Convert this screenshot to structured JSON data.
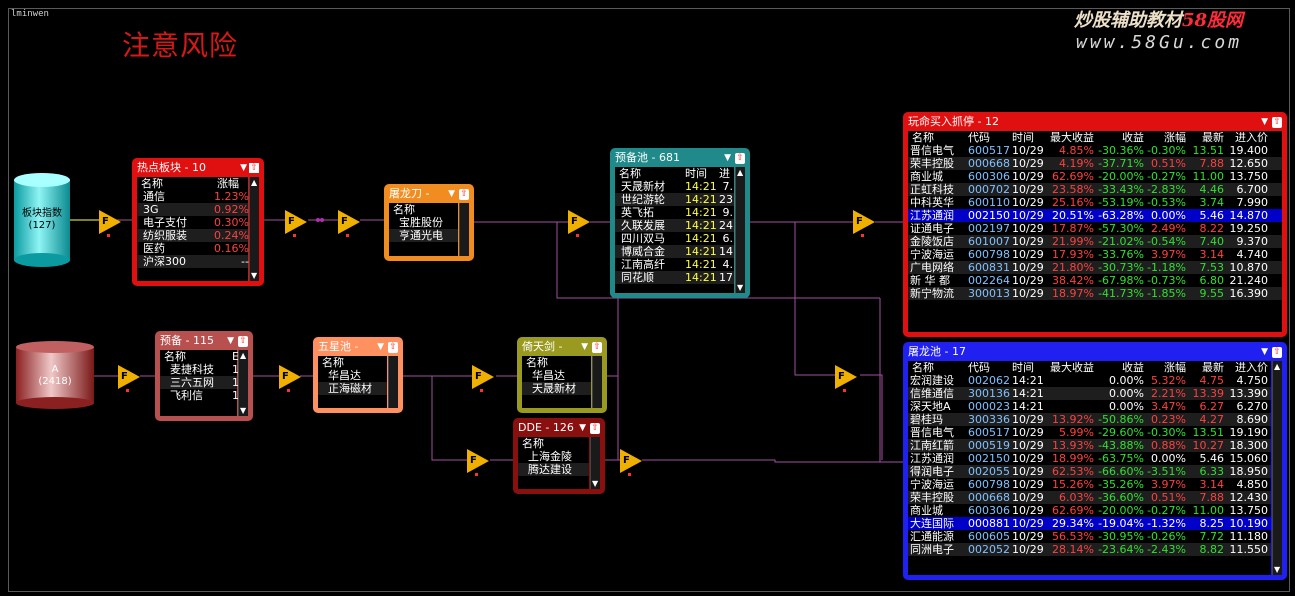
{
  "window_title": "lminwen",
  "warning": "注意风险",
  "watermark": {
    "line1": "炒股辅助教材",
    "brand": "58股网",
    "line2": "www.58Gu.com"
  },
  "sources": [
    {
      "name": "板块指数",
      "count": "(127)"
    },
    {
      "name": "A",
      "count": "(2418)"
    }
  ],
  "filter_label": "F",
  "hot_sector": {
    "title": "热点板块 - 10",
    "cols": [
      "名称",
      "涨幅"
    ],
    "rows": [
      [
        "通信",
        "1.23%"
      ],
      [
        "3G",
        "0.92%"
      ],
      [
        "电子支付",
        "0.30%"
      ],
      [
        "纺织服装",
        "0.24%"
      ],
      [
        "医药",
        "0.16%"
      ],
      [
        "沪深300",
        "--"
      ]
    ]
  },
  "tulongdao": {
    "title": "屠龙刀 -",
    "cols": [
      "名称"
    ],
    "rows": [
      "宝胜股份",
      "亨通光电"
    ]
  },
  "yubei": {
    "title": "预备 - 115",
    "cols": [
      "名称"
    ],
    "rows": [
      "麦捷科技",
      "三六五网",
      "飞利信"
    ],
    "extra": [
      "1(",
      "1(",
      "1("
    ]
  },
  "wuxingchi": {
    "title": "五星池 -",
    "cols": [
      "名称"
    ],
    "rows": [
      "华昌达",
      "正海磁材"
    ]
  },
  "yitianjian": {
    "title": "倚天剑 -",
    "cols": [
      "名称"
    ],
    "rows": [
      "华昌达",
      "天晟新材"
    ]
  },
  "dde": {
    "title": "DDE - 126",
    "cols": [
      "名称"
    ],
    "rows": [
      "上海金陵",
      "腾达建设"
    ]
  },
  "yubeichi": {
    "title": "预备池 - 681",
    "cols": [
      "名称",
      "时间",
      "进"
    ],
    "rows": [
      [
        "天晟新材",
        "14:21",
        "7."
      ],
      [
        "世纪游轮",
        "14:21",
        "23"
      ],
      [
        "英飞拓",
        "14:21",
        "9."
      ],
      [
        "久联发展",
        "14:21",
        "24"
      ],
      [
        "四川双马",
        "14:21",
        "6."
      ],
      [
        "博威合金",
        "14:21",
        "14"
      ],
      [
        "江南高纤",
        "14:21",
        "4."
      ],
      [
        "同花顺",
        "14:21",
        "17"
      ]
    ]
  },
  "wanming": {
    "title": "玩命买入抓停 - 12",
    "cols": [
      "名称",
      "代码",
      "时间",
      "最大收益",
      "收益",
      "涨幅",
      "最新",
      "进入价"
    ],
    "rows": [
      [
        "晋信电气",
        "600517",
        "10/29",
        "4.85%",
        "-30.36%",
        "-0.30%",
        "13.51",
        "19.400"
      ],
      [
        "荣丰控股",
        "000668",
        "10/29",
        "4.19%",
        "-37.71%",
        "0.51%",
        "7.88",
        "12.650"
      ],
      [
        "商业城",
        "600306",
        "10/29",
        "62.69%",
        "-20.00%",
        "-0.27%",
        "11.00",
        "13.750"
      ],
      [
        "正虹科技",
        "000702",
        "10/29",
        "23.58%",
        "-33.43%",
        "-2.83%",
        "4.46",
        "6.700"
      ],
      [
        "中科英华",
        "600110",
        "10/29",
        "25.16%",
        "-53.19%",
        "-0.53%",
        "3.74",
        "7.990"
      ],
      [
        "江苏通润",
        "002150",
        "10/29",
        "20.51%",
        "-63.28%",
        "0.00%",
        "5.46",
        "14.870"
      ],
      [
        "证通电子",
        "002197",
        "10/29",
        "17.87%",
        "-57.30%",
        "2.49%",
        "8.22",
        "19.250"
      ],
      [
        "金陵饭店",
        "601007",
        "10/29",
        "21.99%",
        "-21.02%",
        "-0.54%",
        "7.40",
        "9.370"
      ],
      [
        "宁波海运",
        "600798",
        "10/29",
        "17.93%",
        "-33.76%",
        "3.97%",
        "3.14",
        "4.740"
      ],
      [
        "广电网络",
        "600831",
        "10/29",
        "21.80%",
        "-30.73%",
        "-1.18%",
        "7.53",
        "10.870"
      ],
      [
        "新 华 都",
        "002264",
        "10/29",
        "38.42%",
        "-67.98%",
        "-0.73%",
        "6.80",
        "21.240"
      ],
      [
        "新宁物流",
        "300013",
        "10/29",
        "18.97%",
        "-41.73%",
        "-1.85%",
        "9.55",
        "16.390"
      ]
    ]
  },
  "tulongchi": {
    "title": "屠龙池 - 17",
    "cols": [
      "名称",
      "代码",
      "时间",
      "最大收益",
      "收益",
      "涨幅",
      "最新",
      "进入价"
    ],
    "rows": [
      [
        "宏润建设",
        "002062",
        "14:21",
        "",
        "0.00%",
        "5.32%",
        "4.75",
        "4.750"
      ],
      [
        "信维通信",
        "300136",
        "14:21",
        "",
        "0.00%",
        "2.21%",
        "13.39",
        "13.390"
      ],
      [
        "深天地A",
        "000023",
        "14:21",
        "",
        "0.00%",
        "3.47%",
        "6.27",
        "6.270"
      ],
      [
        "碧桂玛",
        "300336",
        "10/29",
        "13.92%",
        "-50.86%",
        "0.23%",
        "4.27",
        "8.690"
      ],
      [
        "晋信电气",
        "600517",
        "10/29",
        "5.99%",
        "-29.60%",
        "-0.30%",
        "13.51",
        "19.190"
      ],
      [
        "江南红箭",
        "000519",
        "10/29",
        "13.93%",
        "-43.88%",
        "0.88%",
        "10.27",
        "18.300"
      ],
      [
        "江苏通润",
        "002150",
        "10/29",
        "18.99%",
        "-63.75%",
        "0.00%",
        "5.46",
        "15.060"
      ],
      [
        "得润电子",
        "002055",
        "10/29",
        "62.53%",
        "-66.60%",
        "-3.51%",
        "6.33",
        "18.950"
      ],
      [
        "宁波海运",
        "600798",
        "10/29",
        "15.26%",
        "-35.26%",
        "3.97%",
        "3.14",
        "4.850"
      ],
      [
        "荣丰控股",
        "000668",
        "10/29",
        "6.03%",
        "-36.60%",
        "0.51%",
        "7.88",
        "12.430"
      ],
      [
        "商业城",
        "600306",
        "10/29",
        "62.69%",
        "-20.00%",
        "-0.27%",
        "11.00",
        "13.750"
      ],
      [
        "大连国际",
        "000881",
        "10/29",
        "29.34%",
        "-19.04%",
        "-1.32%",
        "8.25",
        "10.190"
      ],
      [
        "汇通能源",
        "600605",
        "10/29",
        "56.53%",
        "-30.95%",
        "-0.26%",
        "7.72",
        "11.180"
      ],
      [
        "同洲电子",
        "002052",
        "10/29",
        "28.14%",
        "-23.64%",
        "-2.43%",
        "8.82",
        "11.550"
      ]
    ]
  },
  "colors": {
    "red": "#ff4040",
    "green": "#30e030",
    "selection": "#0000c8"
  }
}
